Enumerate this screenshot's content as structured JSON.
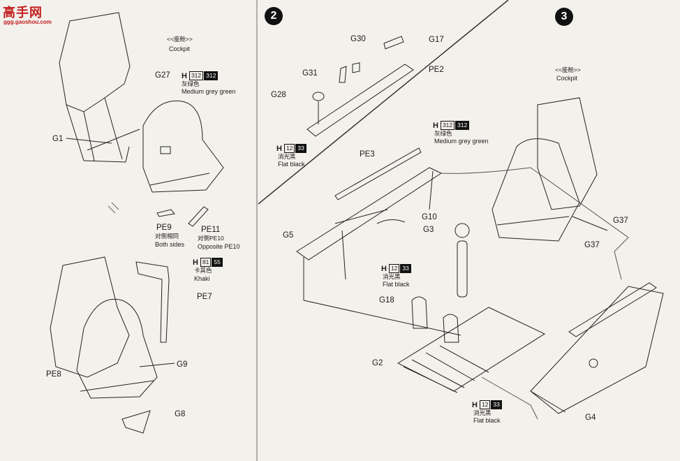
{
  "watermark": {
    "title": "高手网",
    "sub": "ggg.gaoshou.com"
  },
  "steps": [
    "2",
    "3"
  ],
  "step1": {
    "cockpit_zh": "<<座舱>>",
    "cockpit_en": "Cockpit",
    "parts": {
      "g27": "G27",
      "g1": "G1",
      "pe9": "PE9",
      "pe11": "PE11",
      "pe7": "PE7",
      "pe8": "PE8",
      "g9": "G9",
      "g8": "G8"
    },
    "pe9_zh": "对侧相同",
    "pe9_en": "Both sides",
    "pe11_zh": "对侧PE10",
    "pe11_en": "Opposite PE10",
    "color1": {
      "h": "H",
      "code1": "312",
      "code2": "312",
      "zh": "灰绿色",
      "en": "Medium grey green"
    },
    "color2": {
      "h": "H",
      "code1": "81",
      "code2": "55",
      "zh": "卡其色",
      "en": "Khaki"
    }
  },
  "step2": {
    "parts": {
      "g30": "G30",
      "g17": "G17",
      "g31": "G31",
      "pe2": "PE2",
      "g28": "G28",
      "pe3": "PE3",
      "g10": "G10",
      "g3": "G3",
      "g5": "G5",
      "g18": "G18",
      "g2": "G2"
    },
    "color_a": {
      "h": "H",
      "code1": "12",
      "code2": "33",
      "zh": "消光黑",
      "en": "Flat black"
    },
    "color_b": {
      "h": "H",
      "code1": "312",
      "code2": "312",
      "zh": "灰绿色",
      "en": "Medium grey green"
    },
    "color_c": {
      "h": "H",
      "code1": "12",
      "code2": "33",
      "zh": "消光黑",
      "en": "Flat black"
    },
    "color_d": {
      "h": "H",
      "code1": "12",
      "code2": "33",
      "zh": "消光黑",
      "en": "Flat black"
    }
  },
  "step3": {
    "cockpit_zh": "<<座舱>>",
    "cockpit_en": "Cockpit",
    "parts": {
      "g37a": "G37",
      "g37b": "G37",
      "g4": "G4"
    }
  }
}
